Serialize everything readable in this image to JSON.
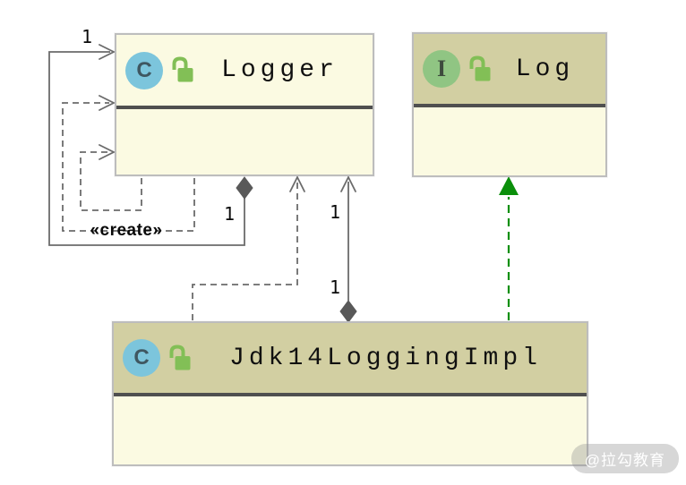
{
  "diagram": {
    "watermark": "@拉勾教育",
    "colors": {
      "box_body_cream": "#fbfae2",
      "box_header_khaki": "#d2cfa2",
      "box_border": "#bdbdbd",
      "divider": "#4f4f4f",
      "edge_gray": "#6b6b6b",
      "realization_green": "#0a8f0a",
      "class_badge_blue": "#7cc5dc",
      "interface_badge_green": "#90c583",
      "lock_green": "#82bf56"
    },
    "classes": [
      {
        "id": "logger",
        "name": "Logger",
        "kind": "class",
        "badge": "C",
        "header_variant": "cream",
        "members": []
      },
      {
        "id": "log",
        "name": "Log",
        "kind": "interface",
        "badge": "I",
        "header_variant": "khaki",
        "members": []
      },
      {
        "id": "jdk14loggingimpl",
        "name": "Jdk14LoggingImpl",
        "kind": "class",
        "badge": "C",
        "header_variant": "khaki",
        "members": []
      }
    ],
    "relationships": [
      {
        "type": "composition",
        "from": "Logger",
        "to": "Logger",
        "line": "solid",
        "from_multiplicity": "1",
        "to_multiplicity": "1"
      },
      {
        "type": "dependency",
        "from": "Logger",
        "to": "Logger",
        "line": "dashed",
        "stereotype": "«create»"
      },
      {
        "type": "dependency",
        "from": "Logger",
        "to": "Logger",
        "line": "dashed"
      },
      {
        "type": "dependency",
        "from": "Jdk14LoggingImpl",
        "to": "Logger",
        "line": "dashed"
      },
      {
        "type": "composition",
        "from": "Jdk14LoggingImpl",
        "to": "Logger",
        "line": "solid",
        "from_multiplicity": "1",
        "to_multiplicity": "1"
      },
      {
        "type": "realization",
        "from": "Jdk14LoggingImpl",
        "to": "Log",
        "line": "dashed-green"
      }
    ]
  }
}
